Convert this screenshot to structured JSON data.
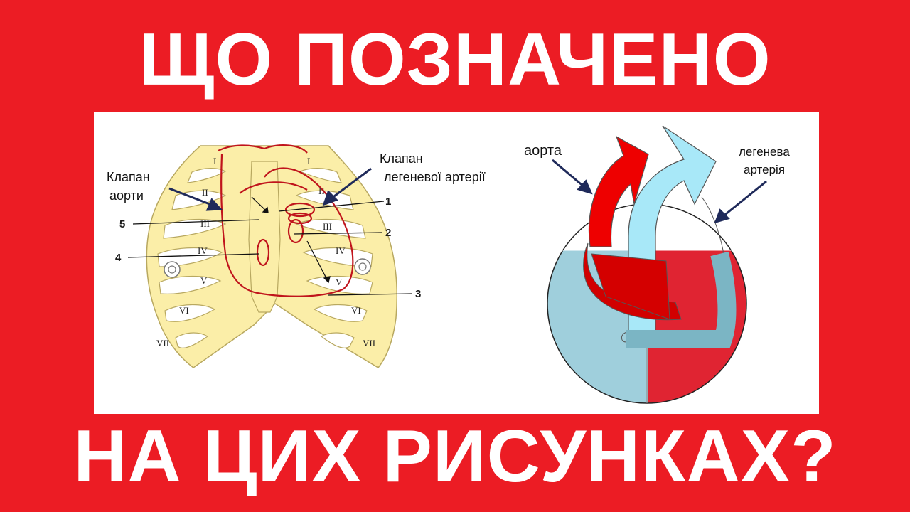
{
  "headline": {
    "top": "ЩО ПОЗНАЧЕНО",
    "bottom": "НА ЦИХ РИСУНКАХ?"
  },
  "colors": {
    "background": "#ec1c24",
    "panel": "#ffffff",
    "bone": "#fbeea8",
    "heart_outline": "#c0141c",
    "arrow_label": "#1f2a5a",
    "aorta": "#ee0000",
    "pulmonary_artery": "#a8e8f8",
    "right_half_lower": "#e02432",
    "left_half_lower": "#9fcfdc"
  },
  "chest_diagram": {
    "label_aortic_valve_line1": "Клапан",
    "label_aortic_valve_line2": "аорти",
    "label_pulmonary_valve_line1": "Клапан",
    "label_pulmonary_valve_line2": "легеневої артерії",
    "markers": [
      "1",
      "2",
      "3",
      "4",
      "5"
    ],
    "ribs_left": [
      "I",
      "II",
      "III",
      "IV",
      "V",
      "VI",
      "VII"
    ],
    "ribs_right": [
      "I",
      "II",
      "III",
      "IV",
      "V",
      "VI",
      "VII"
    ]
  },
  "heart_scheme": {
    "label_aorta": "аорта",
    "label_pulmonary_line1": "легенева",
    "label_pulmonary_line2": "артерія"
  }
}
